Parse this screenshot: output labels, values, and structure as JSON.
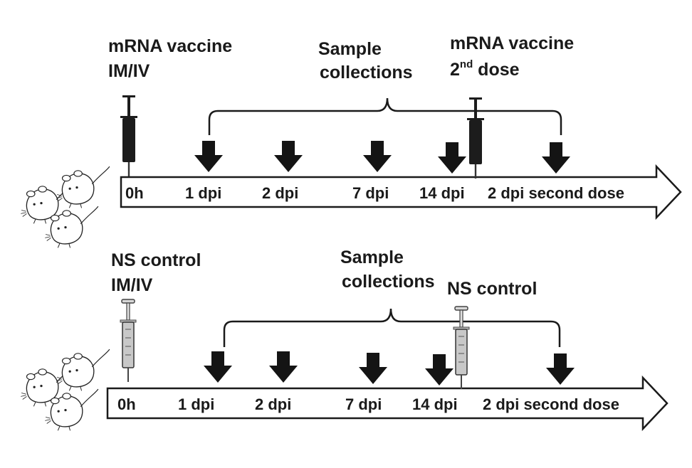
{
  "panels": [
    {
      "id": "vaccine",
      "injection_label_line1": "mRNA vaccine",
      "injection_label_line2": "IM/IV",
      "collection_label_line1": "Sample",
      "collection_label_line2": "collections",
      "second_dose_label_line1": "mRNA vaccine",
      "second_dose_label_line2_num": "2",
      "second_dose_label_line2_sup": "nd",
      "second_dose_label_line2_rest": " dose",
      "timepoints": [
        "0h",
        "1 dpi",
        "2 dpi",
        "7 dpi",
        "14 dpi",
        "2 dpi second dose"
      ],
      "syringe_color": "#1c1c1c",
      "syringe_icon": "filled-syringe-icon"
    },
    {
      "id": "control",
      "injection_label_line1": "NS control",
      "injection_label_line2": "IM/IV",
      "collection_label_line1": "Sample",
      "collection_label_line2": "collections",
      "second_dose_label_line1": "NS control",
      "timepoints": [
        "0h",
        "1 dpi",
        "2 dpi",
        "7 dpi",
        "14 dpi",
        "2 dpi second dose"
      ],
      "syringe_color": "#c8c8c8",
      "syringe_icon": "empty-syringe-icon"
    }
  ],
  "icons": {
    "mice": "mice-group-icon",
    "arrow": "down-arrow-icon",
    "timeline": "timeline-arrow-icon"
  },
  "colors": {
    "ink": "#1a1a1a",
    "timeline_fill": "#ffffff"
  }
}
